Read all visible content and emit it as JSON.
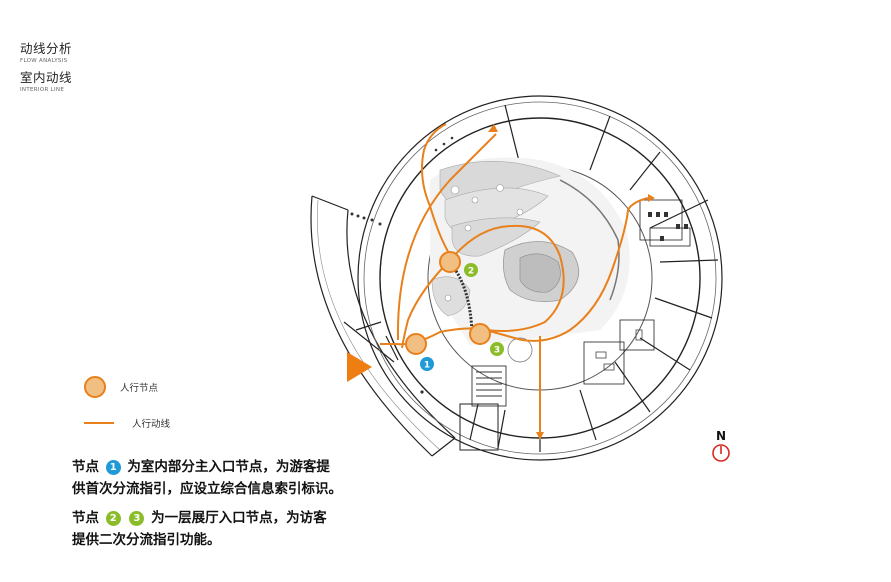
{
  "header": {
    "title_zh": "动线分析",
    "title_en": "FLOW ANALYSIS",
    "subtitle_zh": "室内动线",
    "subtitle_en": "INTERIOR LINE"
  },
  "plan": {
    "node_labels": [
      "1",
      "2",
      "3"
    ]
  },
  "legend": {
    "node_label": "人行节点",
    "line_label": "人行动线"
  },
  "notes": {
    "n1_prefix": "节点",
    "n1_badge": "1",
    "n1_line1_rest": "为室内部分主入口节点，为游客提",
    "n1_line2": "供首次分流指引，应设立综合信息索引标识。",
    "n2_prefix": "节点",
    "n2_badge_a": "2",
    "n2_badge_b": "3",
    "n2_line1_rest": "为一层展厅入口节点，为访客",
    "n2_line2": "提供二次分流指引功能。"
  },
  "compass": {
    "label": "N"
  },
  "colors": {
    "route": "#e8801c",
    "node_fill": "#f2bf82",
    "badge_blue": "#1e9ad6",
    "badge_green": "#8bbd2a",
    "wall": "#222222",
    "compass_red": "#d9281f"
  }
}
